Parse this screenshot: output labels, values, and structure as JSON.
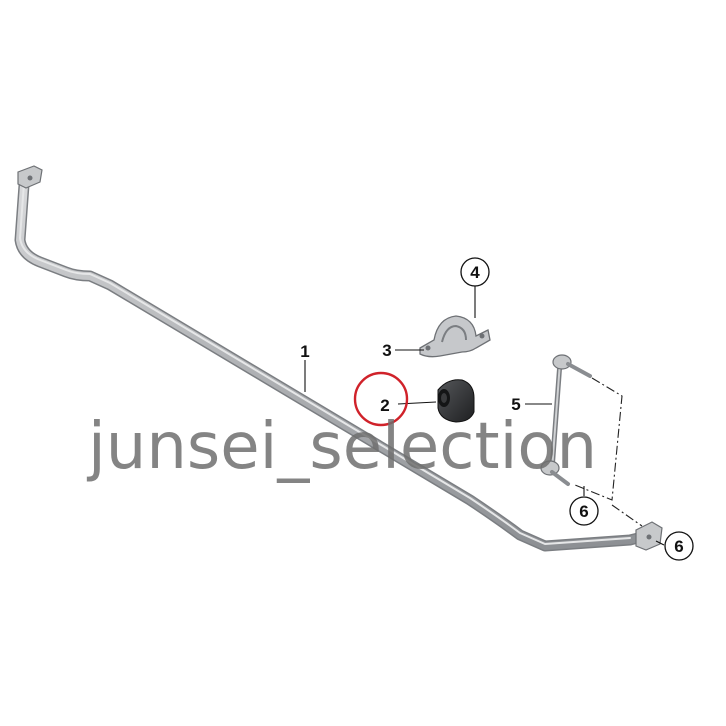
{
  "diagram": {
    "callouts": {
      "p1": "1",
      "p2": "2",
      "p3": "3",
      "p4": "4",
      "p5": "5",
      "p6a": "6",
      "p6b": "6"
    },
    "highlighted_part": "2",
    "highlight_color": "#d0222a",
    "part_colors": {
      "bar": "#b4b6b9",
      "bar_edge": "#7b7e82",
      "bushing": "#2a2b2d",
      "bracket": "#bfc1c4"
    }
  },
  "watermark": {
    "text": "junsei_selection"
  }
}
